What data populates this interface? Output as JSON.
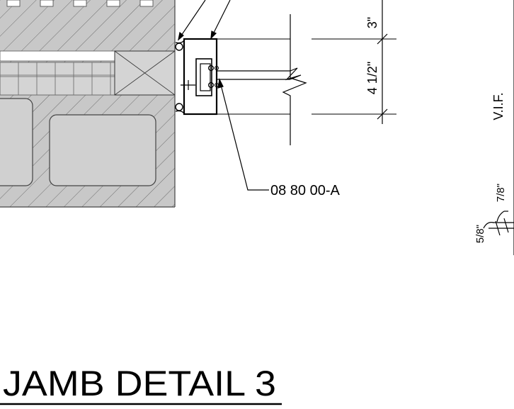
{
  "dimensions": {
    "d_3": "3\"",
    "d_4_1_2": "4 1/2\"",
    "d_vif": "V.I.F.",
    "d_7_8": "7/8\"",
    "d_5_8": "5/8\""
  },
  "callouts": {
    "storefront_ref": "08 80 00-A"
  },
  "title": {
    "text": "JAMB DETAIL 3"
  },
  "colors": {
    "masonry_fill": "#c8c8c8",
    "line": "#000000",
    "hatch": "#555555"
  }
}
